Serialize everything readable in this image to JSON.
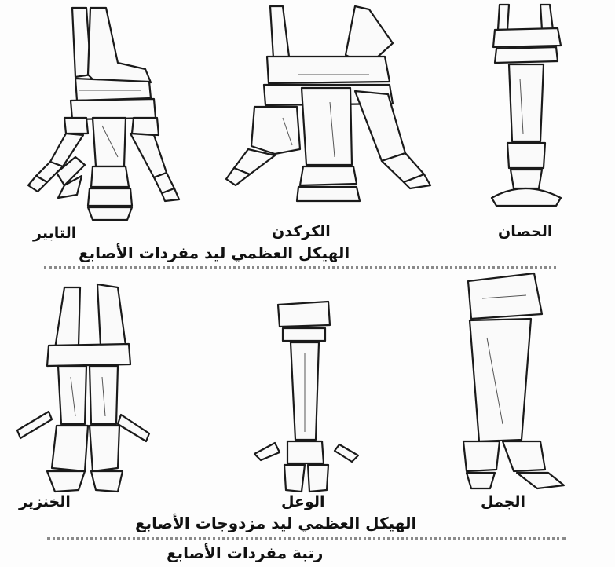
{
  "top_section": {
    "caption": "الهيكل العظمي ليد مفردات الأصابع",
    "animals": {
      "tapir": "التابير",
      "rhino": "الكركدن",
      "horse": "الحصان"
    }
  },
  "bottom_section": {
    "caption": "الهيكل العظمي ليد مزدوجات الأصابع",
    "animals": {
      "pig": "الخنزير",
      "deer": "الوعل",
      "camel": "الجمل"
    }
  },
  "footer_caption": "رتبة مفردات الأصابع"
}
